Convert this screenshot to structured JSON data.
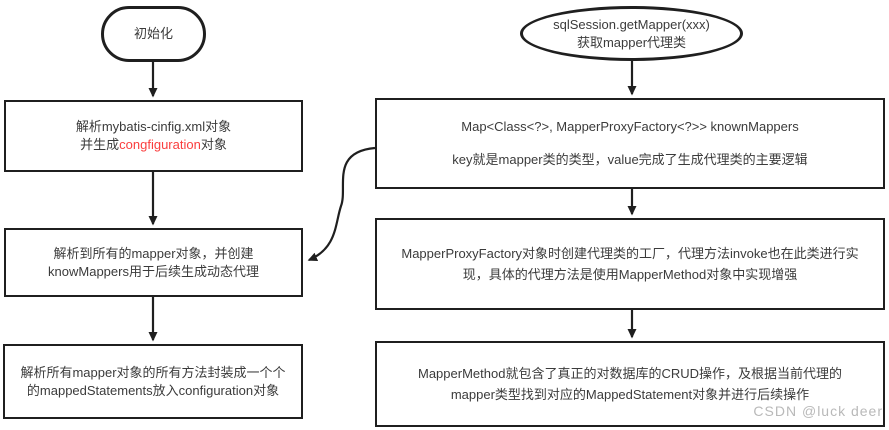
{
  "colors": {
    "stroke": "#1f1f1f",
    "text": "#3b3b3b",
    "highlight_red": "#fa3e3e",
    "watermark_gray": "#b9b9b9",
    "background": "#ffffff"
  },
  "nodes": {
    "start_left": {
      "label": "初始化"
    },
    "start_right": {
      "lines": [
        "sqlSession.getMapper(xxx)",
        "获取mapper代理类"
      ]
    },
    "left_step1": {
      "line1": "解析mybatis-cinfig.xml对象",
      "line2_prefix": "并生成",
      "line2_highlight": "congfiguration",
      "line2_suffix": "对象"
    },
    "left_step2": {
      "lines": [
        "解析到所有的mapper对象，并创建",
        "knowMappers用于后续生成动态代理"
      ]
    },
    "left_step3": {
      "lines": [
        "解析所有mapper对象的所有方法封装成一个个",
        "的mappedStatements放入configuration对象"
      ]
    },
    "right_step1": {
      "lines": [
        "Map<Class<?>, MapperProxyFactory<?>> knownMappers",
        "key就是mapper类的类型，value完成了生成代理类的主要逻辑"
      ]
    },
    "right_step2": {
      "lines": [
        "MapperProxyFactory对象时创建代理类的工厂，代理方法invoke也在此类进行实",
        "现，具体的代理方法是使用MapperMethod对象中实现增强"
      ]
    },
    "right_step3": {
      "lines": [
        "MapperMethod就包含了真正的对数据库的CRUD操作，及根据当前代理的",
        "mapper类型找到对应的MappedStatement对象并进行后续操作"
      ]
    }
  },
  "watermark": "CSDN @luck deer"
}
